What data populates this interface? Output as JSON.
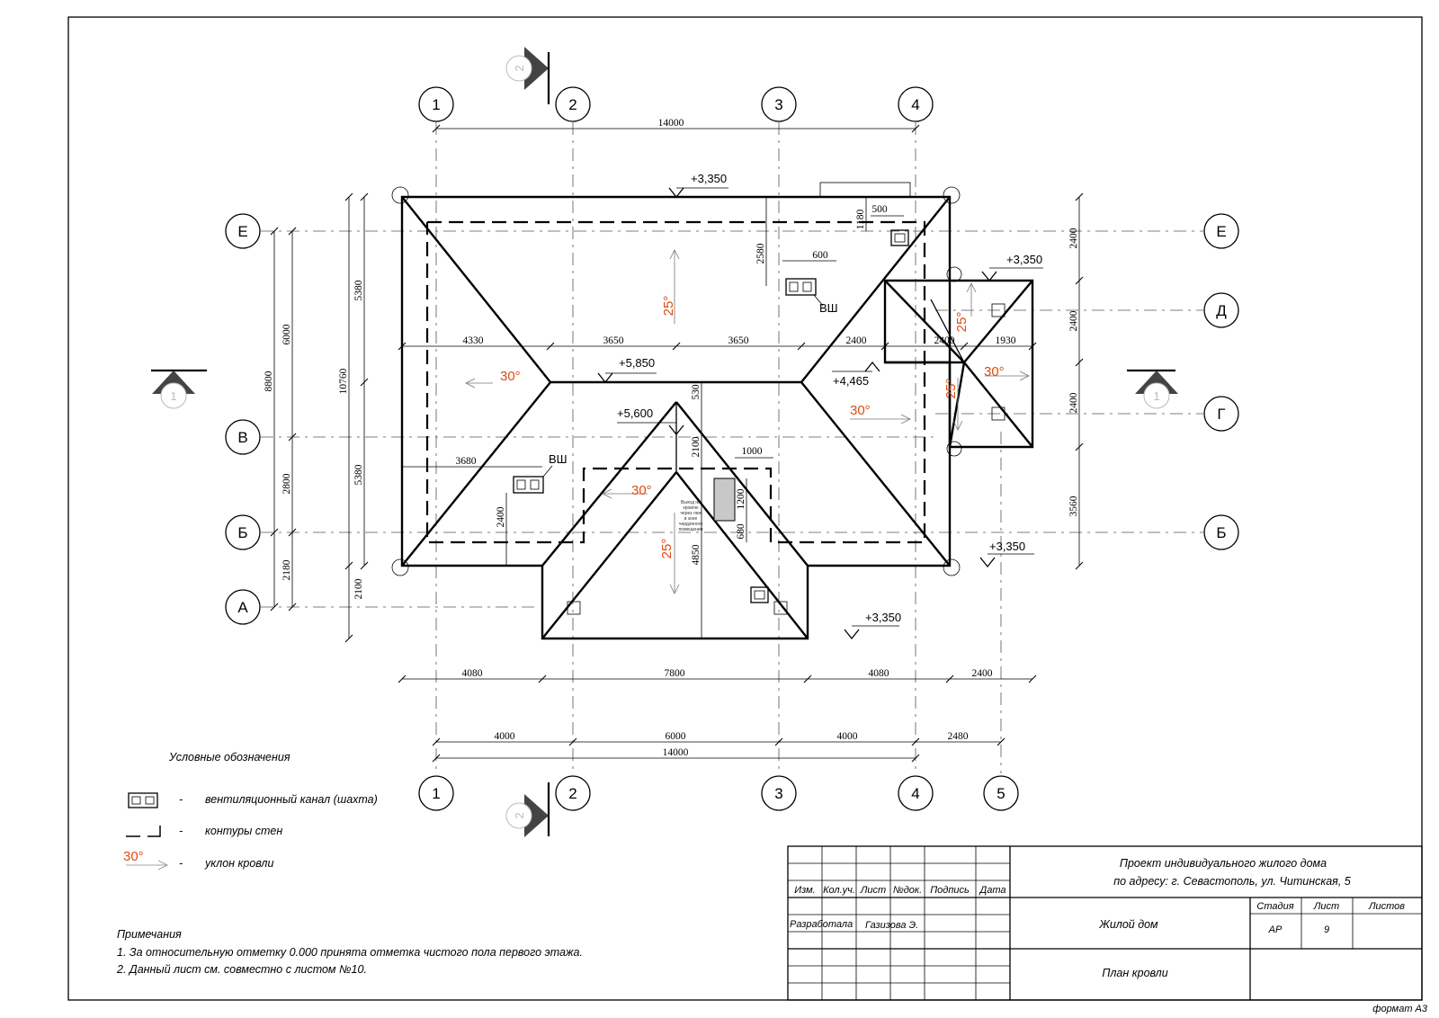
{
  "axes_top": [
    "1",
    "2",
    "3",
    "4"
  ],
  "axes_bottom": [
    "1",
    "2",
    "3",
    "4",
    "5"
  ],
  "axes_left": [
    "Е",
    "В",
    "Б",
    "А"
  ],
  "axes_right": [
    "Е",
    "Д",
    "Г",
    "Б"
  ],
  "section_marks": {
    "cut2": "2",
    "cut1": "1"
  },
  "dims": {
    "top_total": "14000",
    "bottom_total": "14000",
    "bottom_spans": [
      "4000",
      "6000",
      "4000",
      "2480"
    ],
    "eave_spans": [
      "4080",
      "7800",
      "4080",
      "2400"
    ],
    "left_outer": [
      "8800",
      "2180"
    ],
    "left_axes": [
      "6000",
      "2800"
    ],
    "left_roof": [
      "5380",
      "10760",
      "5380",
      "2100"
    ],
    "right_spans": [
      "2400",
      "2400",
      "2400",
      "3560"
    ],
    "ridge_upper": [
      "4330",
      "3650",
      "3650",
      "2400",
      "2400",
      "1930"
    ],
    "lower_left": "3680",
    "shaft_top_h": "1180",
    "shaft_top_w": "500",
    "shaft_mid_h": "2580",
    "shaft_mid_w": "600",
    "ridge_gap": "530",
    "gable_h1": "2100",
    "gable_h2": "4850",
    "shaft_left_h": "2400",
    "hatch_w": "1000",
    "hatch_h": "1200",
    "hatch_off": "680"
  },
  "levels": {
    "top_eave": "+3,350",
    "ridge_main": "+5,850",
    "ridge_gable": "+5,600",
    "ridge_wing": "+4,465",
    "wing_eave": "+3,350",
    "corner_eave": "+3,350",
    "bottom_eave": "+3,350"
  },
  "slopes": {
    "main_top": "25°",
    "main_left": "30°",
    "gable_left": "30°",
    "gable_bottom": "25°",
    "wing_top": "25°",
    "wing_right": "30°",
    "wing_middle": "25°",
    "main_right": "30°"
  },
  "labels": {
    "vsh1": "ВШ",
    "vsh2": "ВШ",
    "hatch_note": [
      "Выход на",
      "кровлю",
      "через люк",
      "в зоне",
      "чердачного",
      "помещения"
    ]
  },
  "legend": {
    "title": "Условные обозначения",
    "items": [
      {
        "text": "вентиляционный канал (шахта)"
      },
      {
        "text": "контуры стен"
      },
      {
        "slope": "30°",
        "text": "уклон кровли"
      }
    ],
    "dash": "-"
  },
  "notes": {
    "title": "Примечания",
    "lines": [
      "1. За относительную отметку 0.000 принята отметка чистого пола первого этажа.",
      "2. Данный лист см. совместно с листом №10."
    ]
  },
  "title_block": {
    "project_line1": "Проект индивидуального жилого дома",
    "project_line2": "по адресу:  г. Севастополь, ул. Читинская, 5",
    "headers": [
      "Изм.",
      "Кол.уч.",
      "Лист",
      "№док.",
      "Подпись",
      "Дата"
    ],
    "developer_label": "Разработала",
    "developer_name": "Газизова Э.",
    "building": "Жилой дом",
    "sheet_name": "План кровли",
    "stage_label": "Стадия",
    "sheet_label": "Лист",
    "sheets_label": "Листов",
    "stage": "АР",
    "sheet": "9",
    "sheets": ""
  },
  "format": "формат А3"
}
